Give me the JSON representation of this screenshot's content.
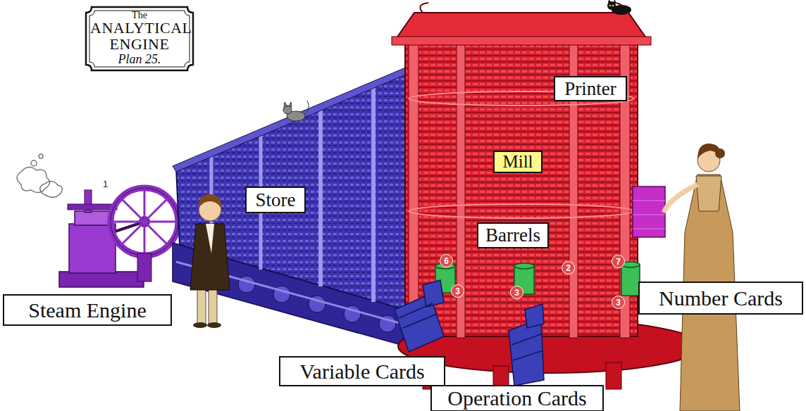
{
  "diagram": {
    "nodes": [
      {
        "text": [
          "The",
          "ANALYTICAL ENGINE",
          "Plan 25."
        ]
      },
      {
        "text": [
          "Mill"
        ]
      },
      {
        "text": [
          "Store"
        ]
      },
      {
        "text": [
          "Printer"
        ]
      },
      {
        "text": [
          "Barrels"
        ]
      },
      {
        "text": [
          "Steam Engine"
        ]
      },
      {
        "text": [
          "Number Cards"
        ]
      },
      {
        "text": [
          "Variable Cards"
        ]
      },
      {
        "text": [
          "Operation Cards"
        ]
      }
    ],
    "labels": [
      "1",
      "6",
      "3",
      "3",
      "2",
      "7",
      "3"
    ]
  }
}
